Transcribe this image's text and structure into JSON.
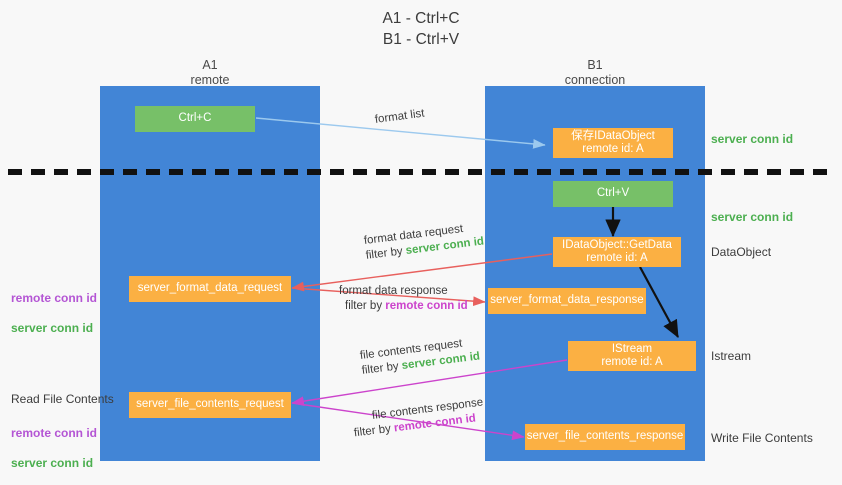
{
  "title": "A1 - Ctrl+C\nB1 - Ctrl+V",
  "columns": {
    "left": {
      "name": "A1",
      "role": "remote",
      "header": "A1\nremote",
      "color": "#4285d6"
    },
    "right": {
      "name": "B1",
      "role": "connection",
      "header": "B1\nconnection",
      "color": "#4285d6"
    }
  },
  "colors": {
    "column_blue": "#4285d6",
    "box_green": "#77c068",
    "box_orange": "#fbb043",
    "arrow_format_list": "#9cc9ee",
    "arrow_format_data": "#e8605d",
    "arrow_file_contents": "#cc44cc",
    "arrow_internal": "#111111",
    "server_conn_id": "#4caf50",
    "remote_conn_id": "#b455d4",
    "divider": "#111111",
    "background": "#f8f8f8"
  },
  "boxes": {
    "ctrl_c": {
      "label": "Ctrl+C",
      "type": "green",
      "column": "left"
    },
    "save_idataobject": {
      "label": "保存IDataObject\nremote id: A",
      "type": "orange",
      "column": "right"
    },
    "ctrl_v": {
      "label": "Ctrl+V",
      "type": "green",
      "column": "right"
    },
    "getdata": {
      "label": "IDataObject::GetData\nremote id: A",
      "type": "orange",
      "column": "right"
    },
    "server_format_data_request": {
      "label": "server_format_data_request",
      "type": "orange",
      "column": "left"
    },
    "server_format_data_response": {
      "label": "server_format_data_response",
      "type": "orange",
      "column": "right"
    },
    "istream": {
      "label": "IStream\nremote id: A",
      "type": "orange",
      "column": "right"
    },
    "server_file_contents_request": {
      "label": "server_file_contents_request",
      "type": "orange",
      "column": "left"
    },
    "server_file_contents_response": {
      "label": "server_file_contents_response",
      "type": "orange",
      "column": "right"
    }
  },
  "arrow_labels": {
    "format_list": {
      "line1": "format list",
      "line2": "",
      "filter_value": "",
      "filter_type": ""
    },
    "format_data_request": {
      "line1": "format data request",
      "line2": "filter by ",
      "filter_value": "server conn id",
      "filter_type": "green"
    },
    "format_data_response": {
      "line1": "format data response",
      "line2": "filter by ",
      "filter_value": "remote conn id",
      "filter_type": "purple"
    },
    "file_contents_request": {
      "line1": "file contents request",
      "line2": "filter by ",
      "filter_value": "server conn id",
      "filter_type": "green"
    },
    "file_contents_response": {
      "line1": "file contents response",
      "line2": "filter by ",
      "filter_value": "remote conn id",
      "filter_type": "purple"
    }
  },
  "right_labels": {
    "server_conn_id_top": "server conn id",
    "server_conn_id_mid": "server conn id",
    "dataobject": "DataObject",
    "istream": "Istream",
    "write_file_contents": "Write File Contents"
  },
  "left_labels": {
    "conn_ids_upper": {
      "remote": "remote conn id",
      "server": "server conn id"
    },
    "read_file_contents": "Read File Contents",
    "conn_ids_lower": {
      "remote": "remote conn id",
      "server": "server conn id"
    }
  }
}
